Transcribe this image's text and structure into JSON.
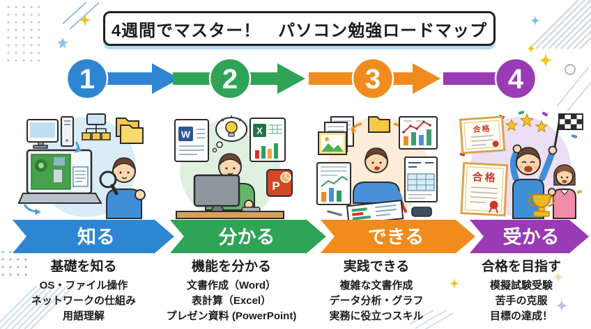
{
  "title": "4週間でマスター！　パソコン勉強ロードマップ",
  "palette": {
    "step1_blue": "#2e86d2",
    "step2_green": "#2fa356",
    "step3_orange": "#f08c1d",
    "step4_purple": "#9a3ab4",
    "title_shadow_blue": "#b5d9f2",
    "sparkle_yellow": "#f5c41c",
    "pass_red": "#d0342c"
  },
  "steps": [
    {
      "number": "1",
      "banner_label": "知る",
      "headline": "基礎を知る",
      "items": [
        "OS・ファイル操作",
        "ネットワークの仕組み",
        "用語理解"
      ],
      "color": "#2e86d2",
      "bg_tint": "#d9ecf8"
    },
    {
      "number": "2",
      "banner_label": "分かる",
      "headline": "機能を分かる",
      "items": [
        "文書作成（Word）",
        "表計算（Excel）",
        "プレゼン資料 (PowerPoint)"
      ],
      "color": "#2fa356",
      "bg_tint": "#dff0df"
    },
    {
      "number": "3",
      "banner_label": "できる",
      "headline": "実践できる",
      "items": [
        "複雑な文書作成",
        "データ分析・グラフ",
        "実務に役立つスキル"
      ],
      "color": "#f08c1d",
      "bg_tint": "#fdecd8"
    },
    {
      "number": "4",
      "banner_label": "受かる",
      "headline": "合格を目指す",
      "items": [
        "模擬試験受験",
        "苦手の克服",
        "目標の達成！"
      ],
      "color": "#9a3ab4",
      "bg_tint": "#ecdef5"
    }
  ],
  "illustration_text": {
    "word_letter": "W",
    "excel_letter": "X",
    "powerpoint_letter": "P",
    "pass_certificate_1": "合格",
    "pass_certificate_2": "合格"
  }
}
